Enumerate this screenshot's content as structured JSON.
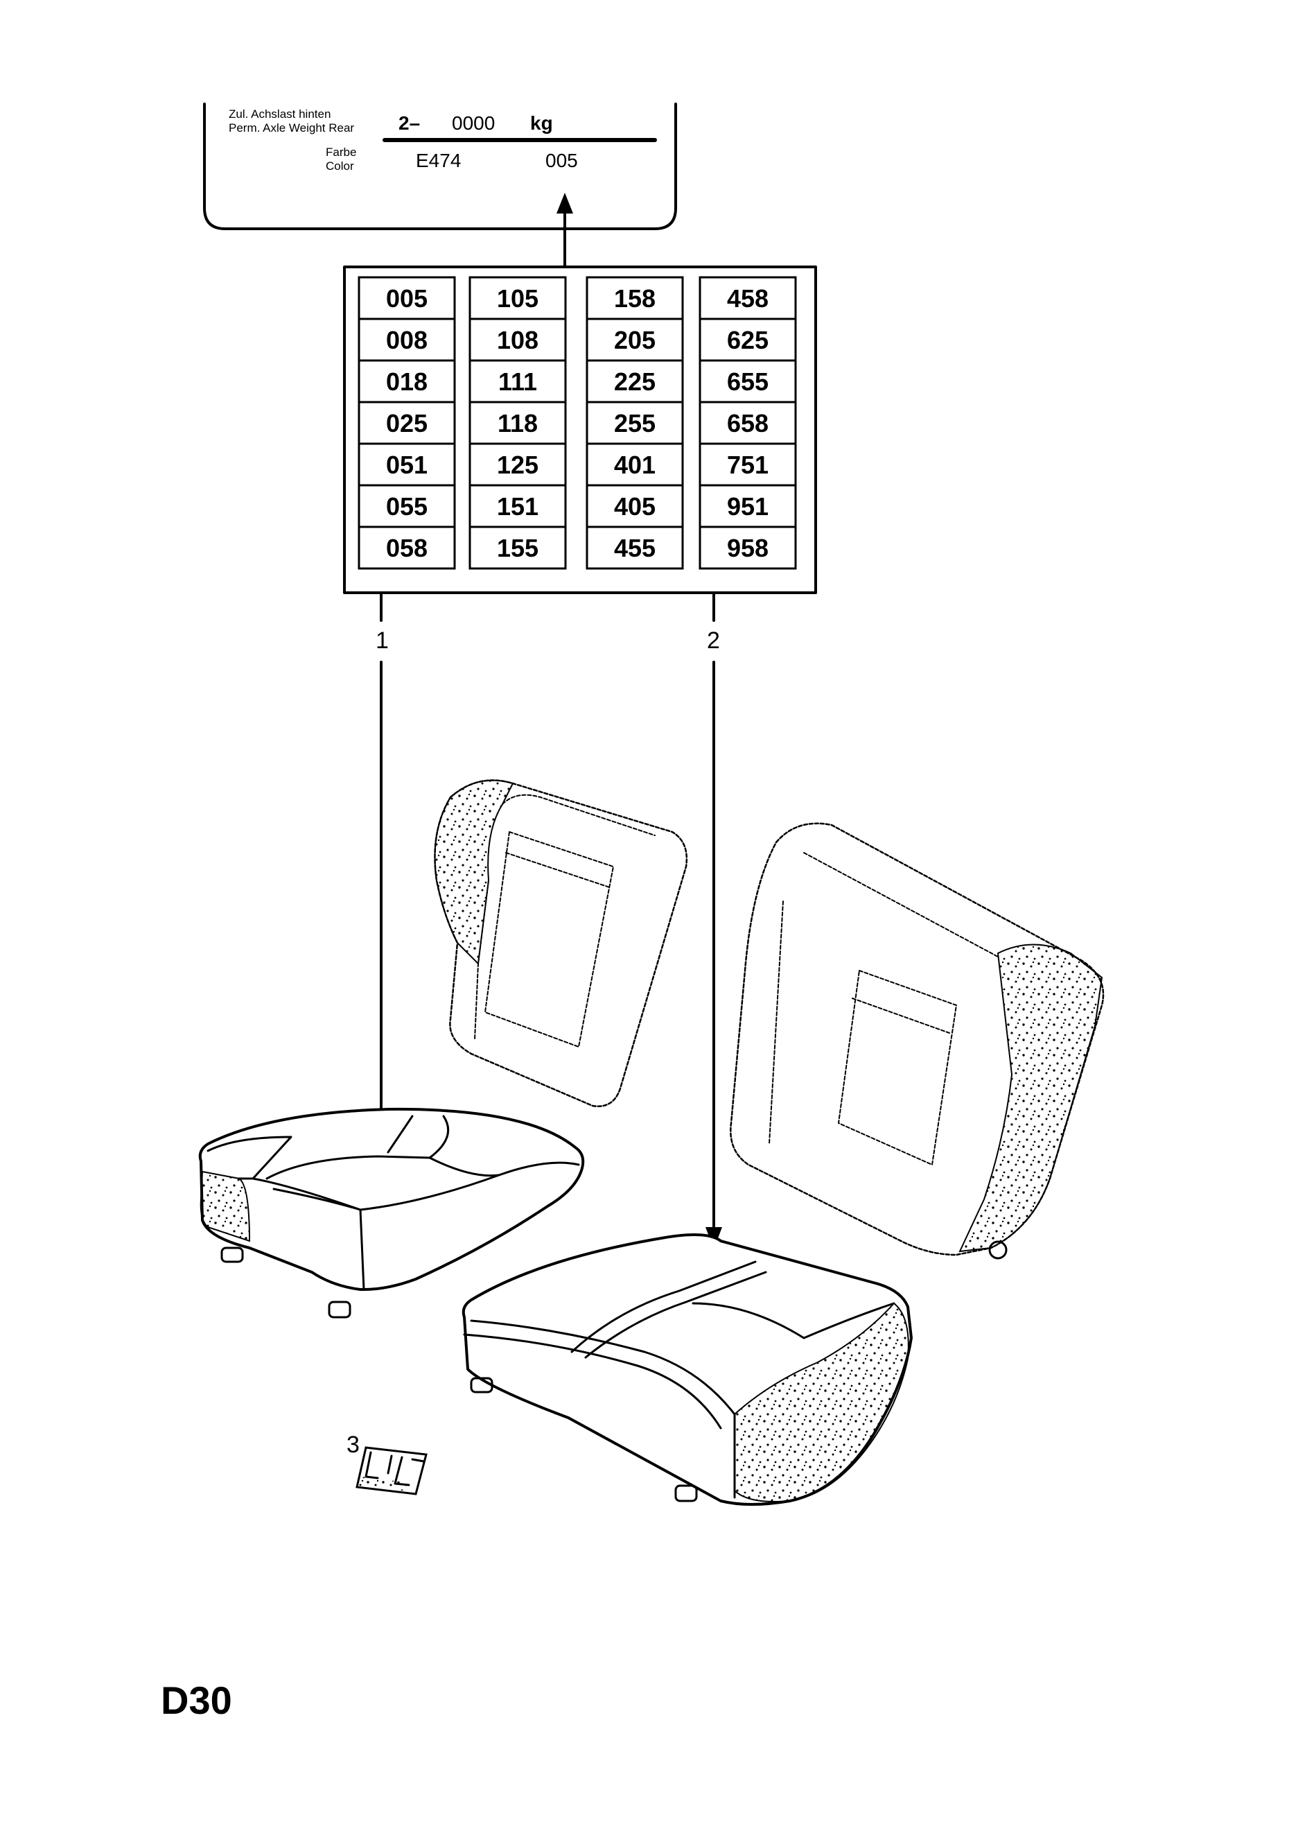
{
  "plate": {
    "axle_label_de": "Zul. Achslast hinten",
    "axle_label_en": "Perm. Axle Weight Rear",
    "axle_prefix": "2–",
    "axle_value": "0000",
    "axle_unit": "kg",
    "color_label_de": "Farbe",
    "color_label_en": "Color",
    "color_code": "E474",
    "color_number": "005"
  },
  "color_table": {
    "columns": [
      [
        "005",
        "008",
        "018",
        "025",
        "051",
        "055",
        "058"
      ],
      [
        "105",
        "108",
        "111",
        "118",
        "125",
        "151",
        "155"
      ],
      [
        "158",
        "205",
        "225",
        "255",
        "401",
        "405",
        "455"
      ],
      [
        "458",
        "625",
        "655",
        "658",
        "751",
        "951",
        "958"
      ]
    ]
  },
  "callouts": {
    "item1": "1",
    "item2": "2",
    "item3": "3"
  },
  "page_code": "D30"
}
